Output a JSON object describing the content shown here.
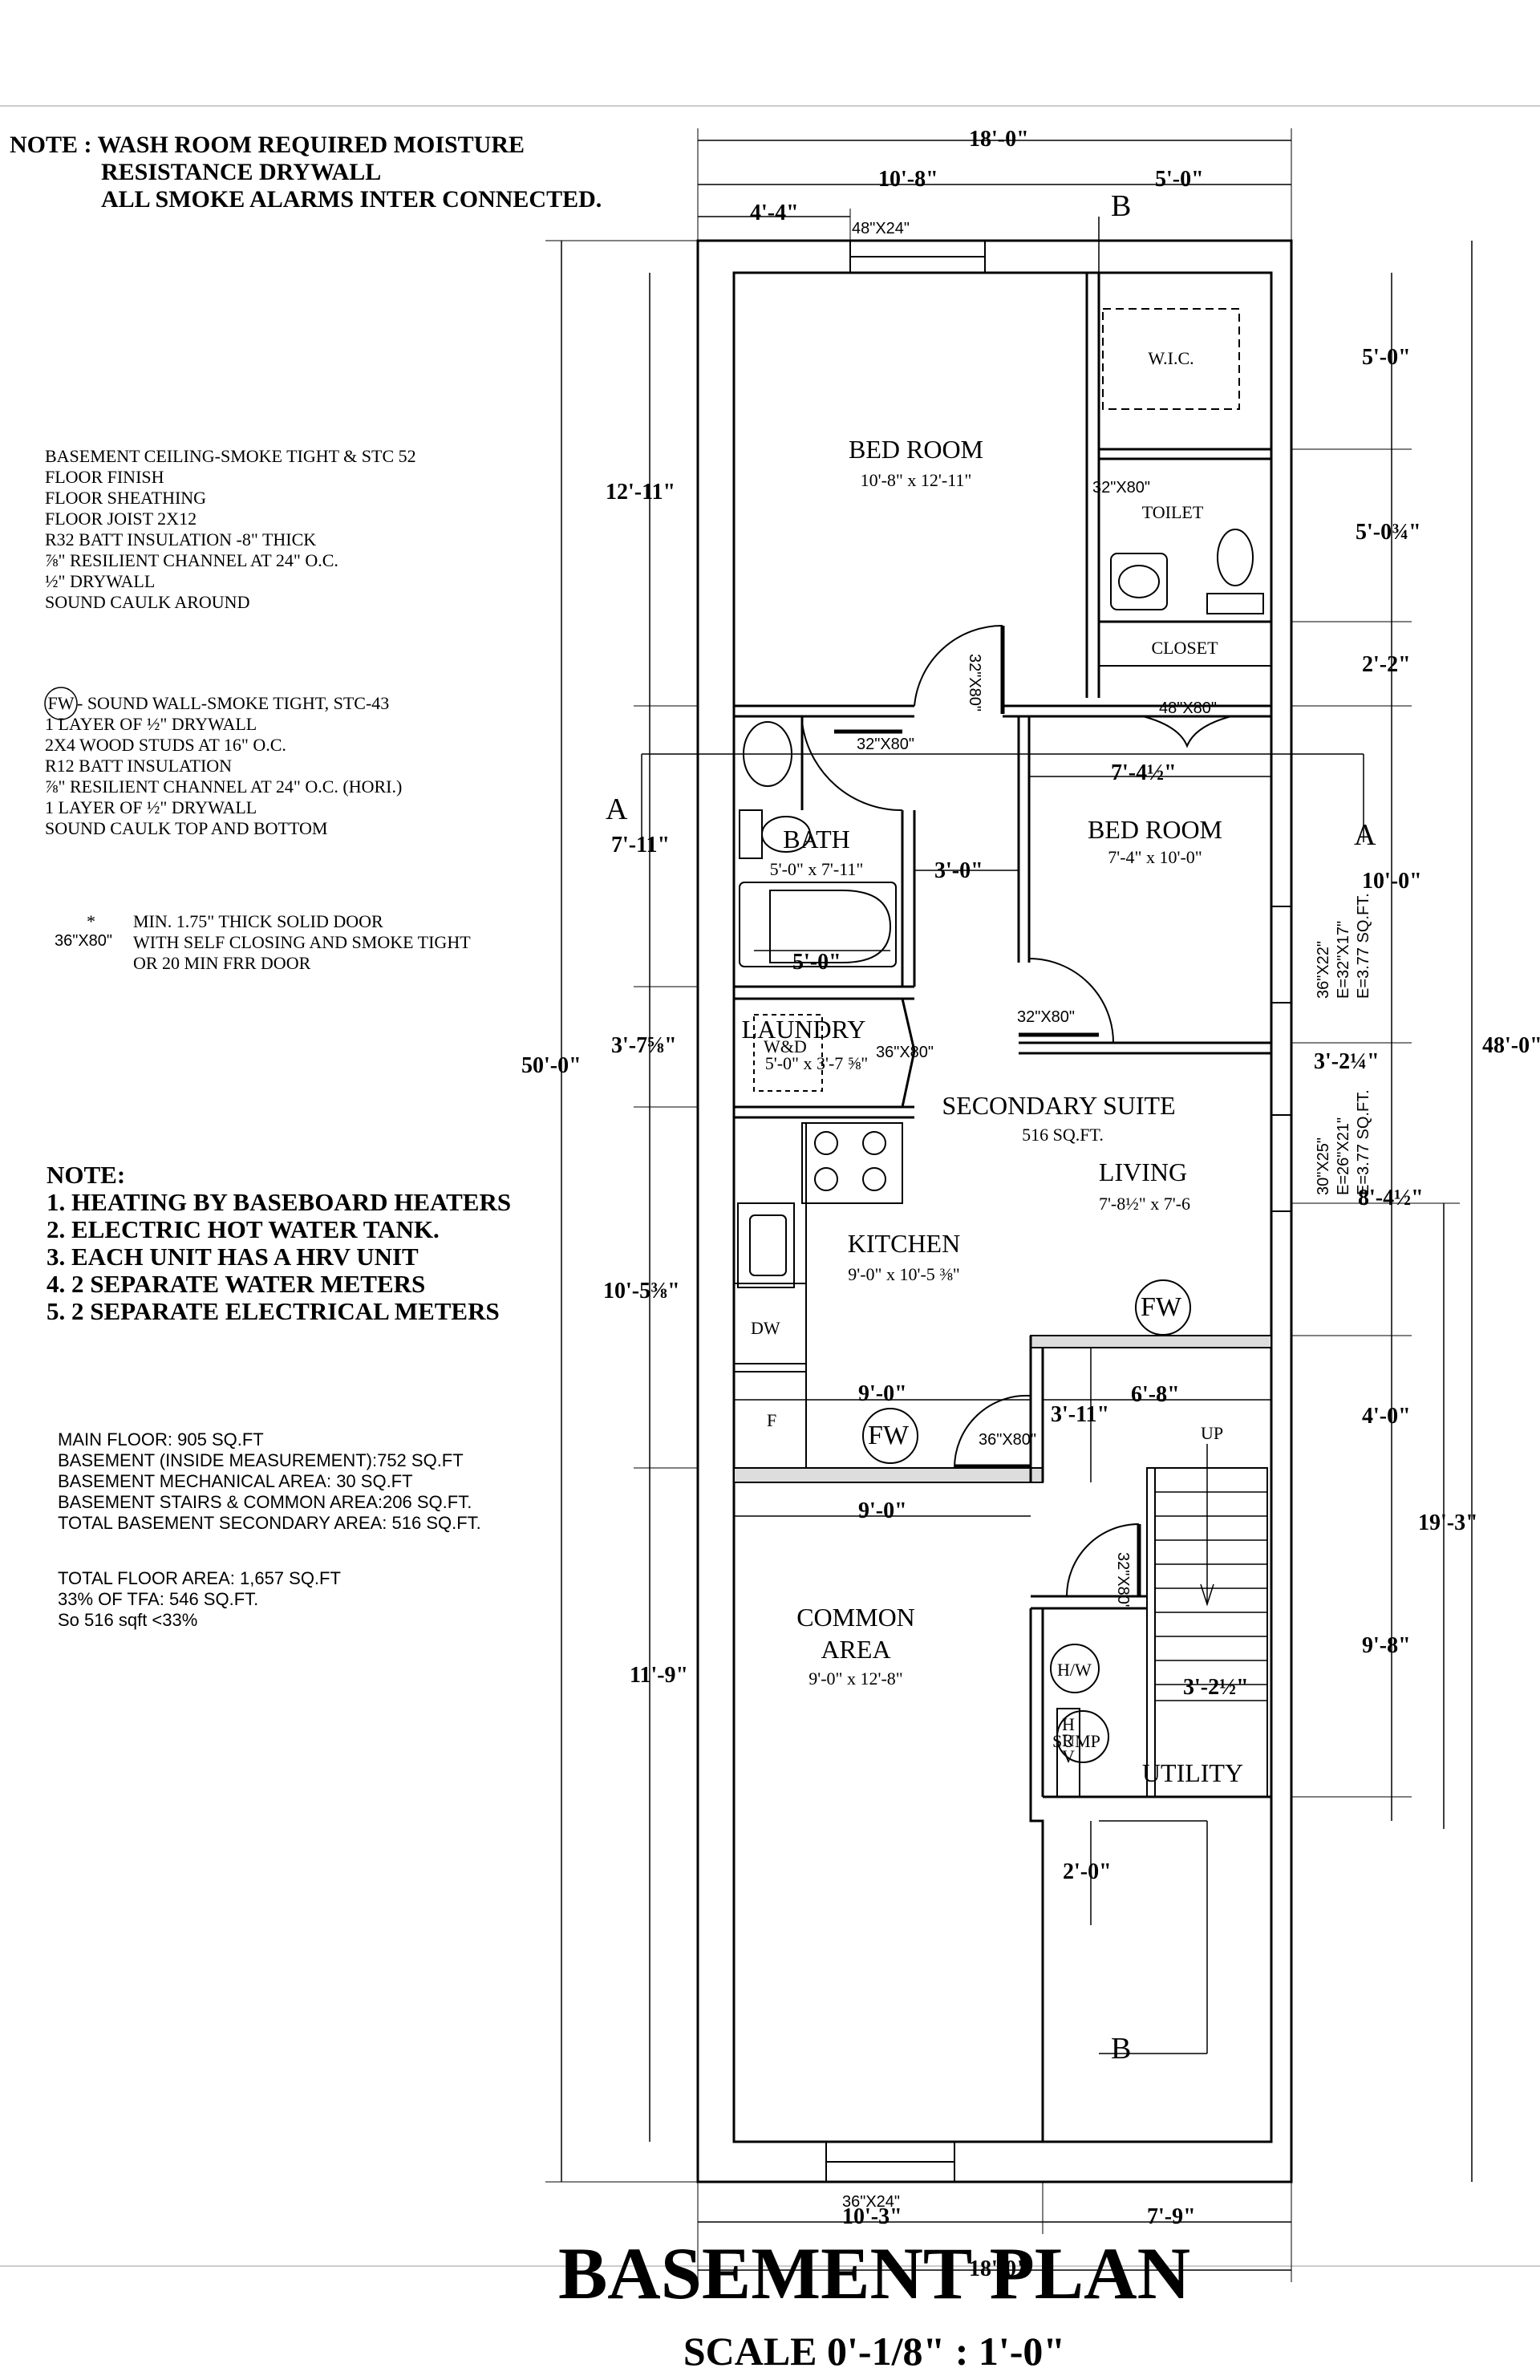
{
  "top_note": {
    "lines": [
      "NOTE : WASH ROOM REQUIRED MOISTURE",
      "RESISTANCE DRYWALL",
      "ALL SMOKE ALARMS INTER CONNECTED."
    ]
  },
  "ceiling_spec": [
    "BASEMENT CEILING-SMOKE TIGHT & STC 52",
    "FLOOR FINISH",
    "FLOOR SHEATHING",
    "FLOOR JOIST 2X12",
    "R32 BATT INSULATION -8\" THICK",
    "⅞\" RESILIENT CHANNEL AT 24\" O.C.",
    "½\" DRYWALL",
    "SOUND CAULK AROUND"
  ],
  "wall_spec": {
    "tag": "FW",
    "first_line": "- SOUND WALL-SMOKE TIGHT, STC-43",
    "lines": [
      "1 LAYER OF ½\" DRYWALL",
      "2X4 WOOD STUDS AT 16\" O.C.",
      "R12 BATT INSULATION",
      "⅞\" RESILIENT CHANNEL AT 24\" O.C. (HORI.)",
      "1 LAYER OF ½\" DRYWALL",
      "SOUND CAULK TOP AND BOTTOM"
    ]
  },
  "door_spec": {
    "marker": "*",
    "tag": "36\"X80\"",
    "lines": [
      "MIN. 1.75\" THICK SOLID DOOR",
      "WITH SELF CLOSING AND SMOKE TIGHT",
      "OR 20 MIN FRR DOOR"
    ]
  },
  "notes": [
    "NOTE:",
    "1. HEATING BY  BASEBOARD HEATERS",
    "2. ELECTRIC HOT WATER TANK.",
    "3. EACH UNIT HAS A HRV UNIT",
    "4. 2 SEPARATE WATER METERS",
    "5. 2 SEPARATE ELECTRICAL METERS"
  ],
  "areas": [
    "MAIN FLOOR: 905 SQ.FT",
    "BASEMENT (INSIDE MEASUREMENT):752 SQ.FT",
    "BASEMENT MECHANICAL AREA: 30 SQ.FT",
    "BASEMENT STAIRS & COMMON AREA:206 SQ.FT.",
    "TOTAL BASEMENT SECONDARY AREA: 516 SQ.FT."
  ],
  "totals": [
    "TOTAL FLOOR AREA: 1,657 SQ.FT",
    "33% OF TFA: 546 SQ.FT.",
    "So 516 sqft <33%"
  ],
  "rooms": {
    "bedroom1": {
      "name": "BED ROOM",
      "size": "10'-8\" x 12'-11\""
    },
    "wic": "W.I.C.",
    "toilet": "TOILET",
    "closet": "CLOSET",
    "bath": {
      "name": "BATH",
      "size": "5'-0\" x 7'-11\""
    },
    "bedroom2": {
      "name": "BED ROOM",
      "size": "7'-4\" x 10'-0\""
    },
    "laundry": {
      "name": "LAUNDRY",
      "wd": "W&D",
      "size": "5'-0\" x 3'-7 ⅝\""
    },
    "suite": {
      "name": "SECONDARY SUITE",
      "area": "516 SQ.FT."
    },
    "living": {
      "name": "LIVING",
      "size": "7'-8½\" x 7'-6"
    },
    "kitchen": {
      "name": "KITCHEN",
      "size": "9'-0\" x 10'-5 ⅜\""
    },
    "common": {
      "name": "COMMON",
      "name2": "AREA",
      "size": "9'-0\" x 12'-8\""
    },
    "utility": "UTILITY",
    "dw": "DW",
    "f": "F",
    "hw": "H/W",
    "hrv": "H\nR\nV",
    "sump": "SUMP",
    "up": "UP"
  },
  "tags": {
    "fw": "FW",
    "door_32x80": "32\"X80\"",
    "door_36x80": "36\"X80\"",
    "door_48x80": "48\"X80\"",
    "win_48x24": "48\"X24\"",
    "win_36x24": "36\"X24\"",
    "win_36x22": "36\"X22\"",
    "win_36x22_e": "E=32\"X17\"",
    "win_36x22_sq": "E=3.77 SQ.FT.",
    "win_30x25": "30\"X25\"",
    "win_30x25_e": "E=26\"X21\"",
    "win_30x25_sq": "E=3.77 SQ.FT."
  },
  "section_marks": {
    "a": "A",
    "b": "B"
  },
  "dimensions": {
    "top_total": "18'-0\"",
    "top_left": "10'-8\"",
    "top_right": "5'-0\"",
    "top_small": "4'-4\"",
    "bottom_left": "10'-3\"",
    "bottom_right": "7'-9\"",
    "bottom_total": "18'-0\"",
    "left_total": "50'-0\"",
    "left_1": "12'-11\"",
    "left_2": "7'-11\"",
    "left_3": "3'-7⅝\"",
    "left_4": "10'-5⅜\"",
    "left_5": "11'-9\"",
    "right_total": "48'-0\"",
    "right_1": "5'-0\"",
    "right_2": "5'-0¾\"",
    "right_3": "2'-2\"",
    "right_4": "10'-0\"",
    "right_5": "3'-2¼\"",
    "right_6": "8'-4½\"",
    "right_7": "4'-0\"",
    "right_8": "9'-8\"",
    "right_19": "19'-3\"",
    "bed2_width": "7'-4½\"",
    "bath_gap": "3'-0\"",
    "tub": "5'-0\"",
    "kitchen_w": "9'-0\"",
    "common_w": "9'-0\"",
    "hall_h": "3'-11\"",
    "stair_w": "6'-8\"",
    "stair_run": "3'-2½\"",
    "bottom_jog": "2'-0\""
  },
  "title": "BASEMENT PLAN",
  "scale": "SCALE  0'-1/8\" : 1'-0\""
}
